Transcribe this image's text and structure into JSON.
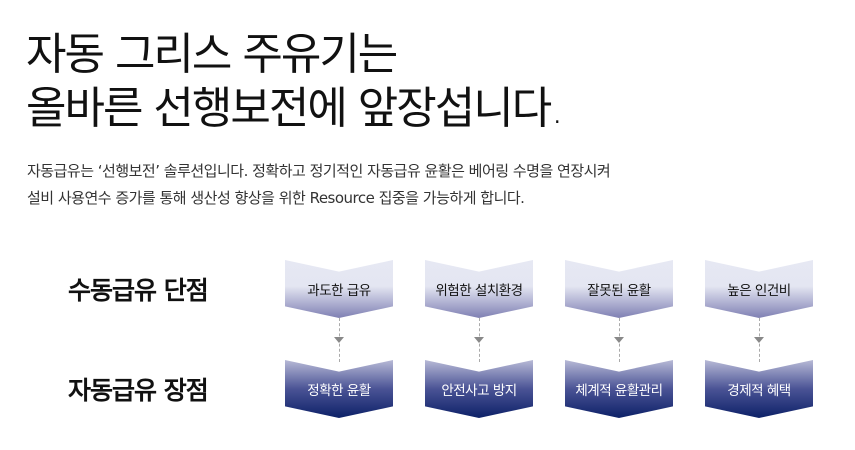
{
  "heading": {
    "line1": "자동 그리스 주유기는",
    "line2": "올바른 선행보전에 앞장섭니다."
  },
  "description": {
    "line1": "자동급유는 ‘선행보전’ 솔루션입니다. 정확하고 정기적인 자동급유 윤활은 베어링 수명을 연장시켜",
    "line2": "설비 사용연수 증가를 통해 생산성 향상을 위한 Resource 집중을 가능하게 합니다."
  },
  "rows": {
    "manual_label": "수동급유 단점",
    "auto_label": "자동급유 장점"
  },
  "drawbacks": [
    "과도한 급유",
    "위험한 설치환경",
    "잘못된 윤활",
    "높은 인건비"
  ],
  "benefits": [
    "정확한 윤활",
    "안전사고 방지",
    "체계적 윤활관리",
    "경제적 혜택"
  ]
}
